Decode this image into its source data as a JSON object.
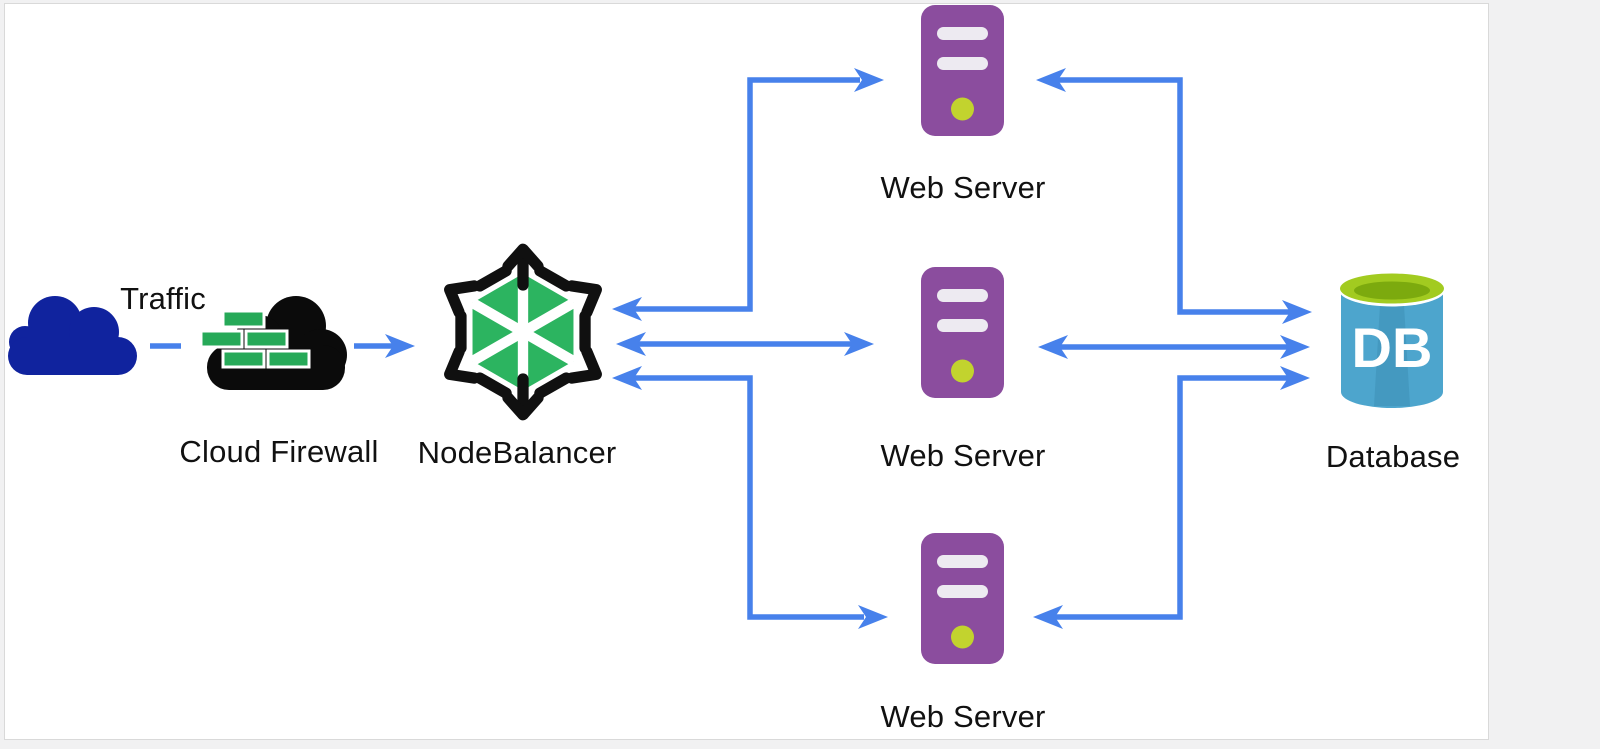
{
  "diagram": {
    "nodes": {
      "traffic": {
        "label": "Traffic",
        "icon": "cloud-icon"
      },
      "cloud_firewall": {
        "label": "Cloud Firewall",
        "icon": "firewall-brick-cloud-icon"
      },
      "nodebalancer": {
        "label": "NodeBalancer",
        "icon": "nodebalancer-hexagon-icon"
      },
      "web_server_top": {
        "label": "Web Server",
        "icon": "server-tower-icon"
      },
      "web_server_middle": {
        "label": "Web Server",
        "icon": "server-tower-icon"
      },
      "web_server_bottom": {
        "label": "Web Server",
        "icon": "server-tower-icon"
      },
      "database": {
        "label": "Database",
        "icon": "database-cylinder-icon",
        "icon_text": "DB"
      }
    },
    "edges": [
      {
        "from": "traffic",
        "to": "cloud_firewall",
        "style": "dashed-line"
      },
      {
        "from": "cloud_firewall",
        "to": "nodebalancer",
        "style": "arrow-right"
      },
      {
        "from": "nodebalancer",
        "to": "web_server_top",
        "style": "double-arrow-elbow"
      },
      {
        "from": "nodebalancer",
        "to": "web_server_middle",
        "style": "double-arrow-straight"
      },
      {
        "from": "nodebalancer",
        "to": "web_server_bottom",
        "style": "double-arrow-elbow"
      },
      {
        "from": "web_server_top",
        "to": "database",
        "style": "double-arrow-elbow"
      },
      {
        "from": "web_server_middle",
        "to": "database",
        "style": "double-arrow-straight"
      },
      {
        "from": "web_server_bottom",
        "to": "database",
        "style": "double-arrow-elbow"
      }
    ],
    "colors": {
      "arrow_blue": "#4781EB",
      "traffic_cloud_navy": "#10239E",
      "firewall_cloud_black": "#0B0B0B",
      "firewall_brick_green": "#26A958",
      "nodebalancer_green": "#2CB460",
      "nodebalancer_black": "#101010",
      "server_purple": "#8B4D9E",
      "server_slot_light": "#EDEAF1",
      "server_led_green": "#C2D32E",
      "db_body_blue": "#4DA5CD",
      "db_top_ring_green": "#A2CB20",
      "db_top_inner_green": "#7CAA0E",
      "canvas_background": "#FFFFFF",
      "page_background": "#F1F1F2",
      "label_text": "#111111"
    }
  }
}
